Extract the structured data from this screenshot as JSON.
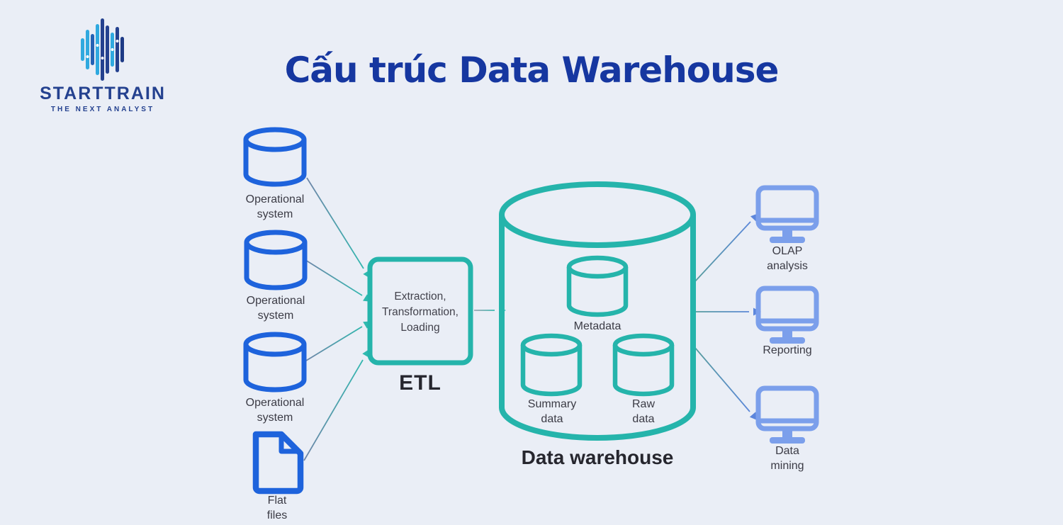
{
  "colors": {
    "background": "#EAEEF6",
    "title": "#1637A0",
    "source_blue": "#1E63DC",
    "warehouse_teal": "#25B4AB",
    "output_blue": "#7B9FEB",
    "label_text": "#3B3B45",
    "bold_label": "#26262E",
    "logo_navy": "#24418F",
    "logo_light_blue": "#2FA9DF"
  },
  "logo": {
    "name": "STARTTRAIN",
    "tagline": "THE NEXT ANALYST"
  },
  "title": "Cấu trúc Data Warehouse",
  "diagram": {
    "sources": [
      {
        "line1": "Operational",
        "line2": "system"
      },
      {
        "line1": "Operational",
        "line2": "system"
      },
      {
        "line1": "Operational",
        "line2": "system"
      },
      {
        "line1": "Flat",
        "line2": "files"
      }
    ],
    "etl": {
      "line1": "Extraction,",
      "line2": "Transformation,",
      "line3": "Loading",
      "label": "ETL"
    },
    "warehouse": {
      "label": "Data warehouse",
      "metadata": {
        "label": "Metadata"
      },
      "summary": {
        "line1": "Summary",
        "line2": "data"
      },
      "raw": {
        "line1": "Raw",
        "line2": "data"
      }
    },
    "outputs": [
      {
        "line1": "OLAP",
        "line2": "analysis"
      },
      {
        "line1": "Reporting",
        "line2": ""
      },
      {
        "line1": "Data",
        "line2": "mining"
      }
    ]
  }
}
